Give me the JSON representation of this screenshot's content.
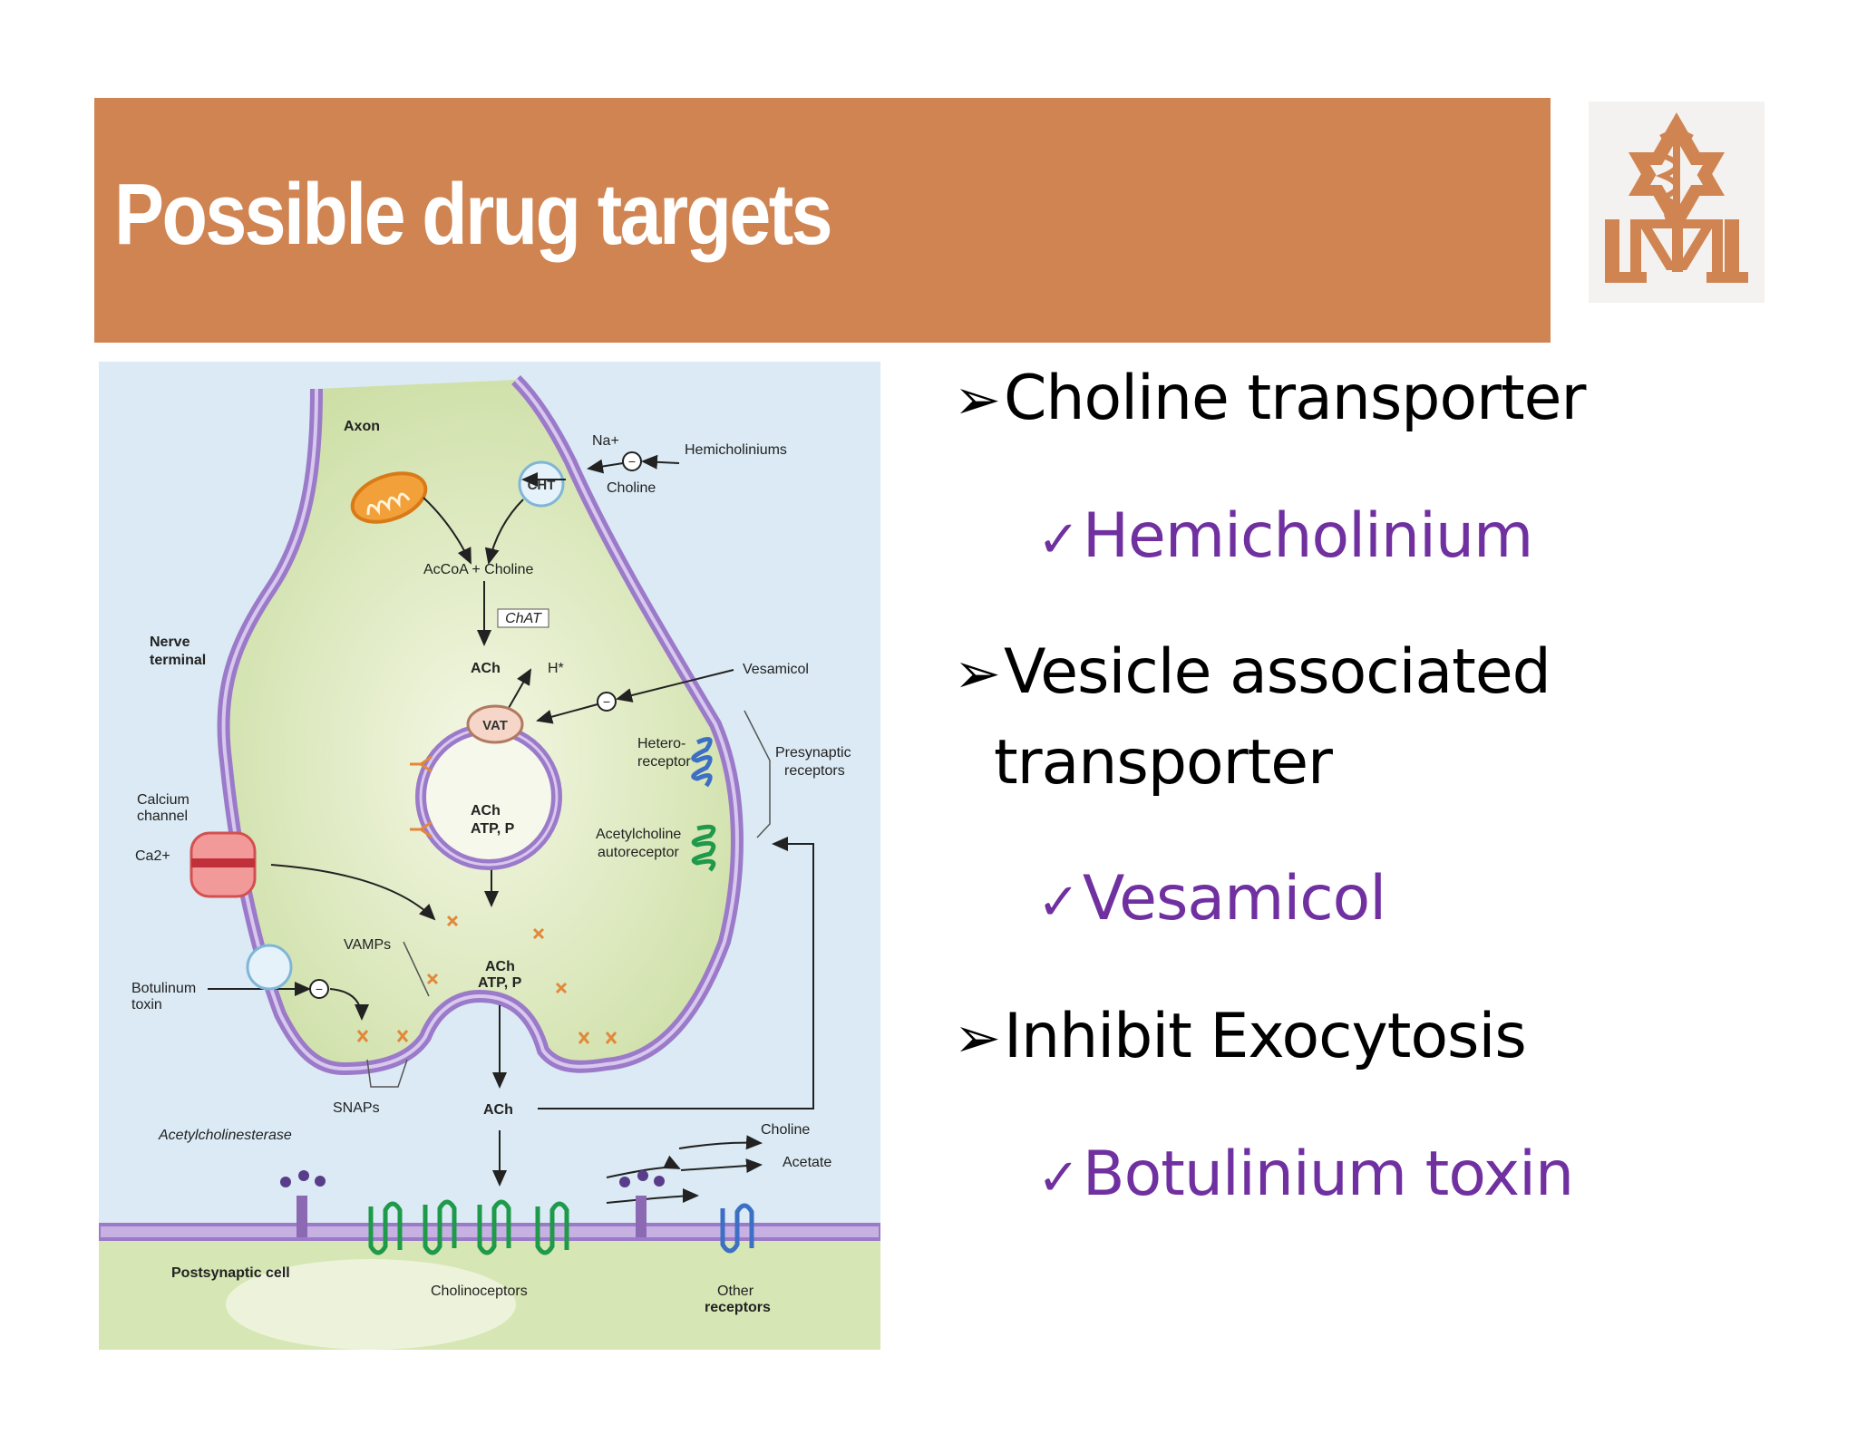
{
  "slide": {
    "title": "Possible drug targets"
  },
  "colors": {
    "title_bar": "#cf8452",
    "title_text": "#ffffff",
    "bullet_text": "#000000",
    "sub_bullet_text": "#7030a0",
    "membrane": "#9b7ac9",
    "cytoplasm": "#d6e6b4",
    "extracellular": "#dbeaf4"
  },
  "bullets": [
    {
      "marker": "➢",
      "text": "Choline transporter",
      "sub": {
        "marker": "✓",
        "text": "Hemicholinium"
      }
    },
    {
      "marker": "➢",
      "text": "Vesicle associated",
      "text_line2": "transporter",
      "sub": {
        "marker": "✓",
        "text": "Vesamicol"
      }
    },
    {
      "marker": "➢",
      "text": "Inhibit Exocytosis",
      "sub": {
        "marker": "✓",
        "text": "Botulinium toxin"
      }
    }
  ],
  "diagram": {
    "axon": "Axon",
    "nerve_terminal": [
      "Nerve",
      "terminal"
    ],
    "na": "Na+",
    "hemicholiniums": "Hemicholiniums",
    "cht": "CHT",
    "choline_uptake": "Choline",
    "accoa_choline": "AcCoA + Choline",
    "chat": "ChAT",
    "ach_top": "ACh",
    "h_plus": "H*",
    "vesamicol": "Vesamicol",
    "vat": "VAT",
    "heteroreceptor": [
      "Hetero-",
      "receptor"
    ],
    "presynaptic_receptors": [
      "Presynaptic",
      "receptors"
    ],
    "calcium_channel": [
      "Calcium",
      "channel"
    ],
    "ca": "Ca2+",
    "vesicle_contents": [
      "ACh",
      "ATP, P"
    ],
    "autoreceptor": [
      "Acetylcholine",
      "autoreceptor"
    ],
    "vamps": "VAMPs",
    "fused_vesicle_contents": [
      "ACh",
      "ATP, P"
    ],
    "botulinum_toxin": [
      "Botulinum",
      "toxin"
    ],
    "snaps": "SNAPs",
    "ach_released": "ACh",
    "choline_out": "Choline",
    "acetate": "Acetate",
    "acetylcholinesterase": "Acetylcholinesterase",
    "postsynaptic_cell": "Postsynaptic cell",
    "cholinoceptors": "Cholinoceptors",
    "other_receptors": [
      "Other",
      "receptors"
    ],
    "inhibit_symbol": "−"
  },
  "logo": {
    "icon": "caduceus-star-of-life-icon"
  }
}
